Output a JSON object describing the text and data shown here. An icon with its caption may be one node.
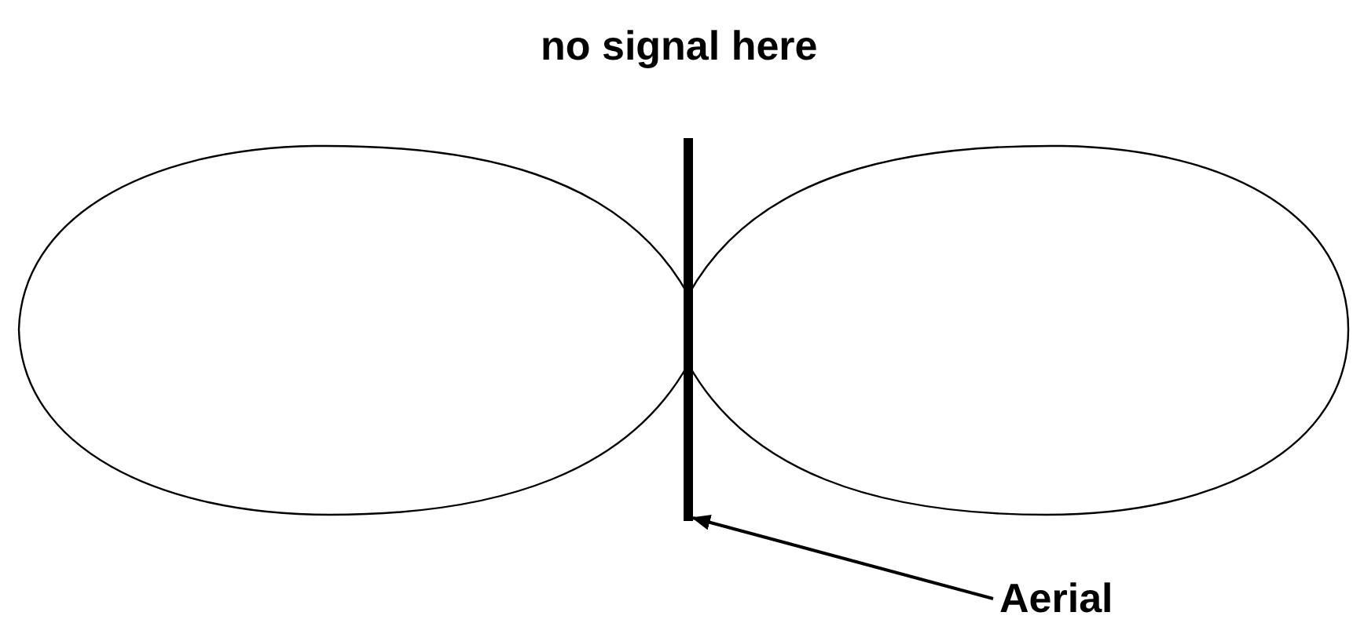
{
  "diagram": {
    "nodes": [
      {
        "text": [
          "Aerial"
        ]
      },
      {
        "text": [],
        "shape": "bar"
      }
    ],
    "edges": [
      {
        "from": 0,
        "to": 1,
        "arrow": "to"
      }
    ],
    "labels": [
      "no signal here"
    ]
  }
}
